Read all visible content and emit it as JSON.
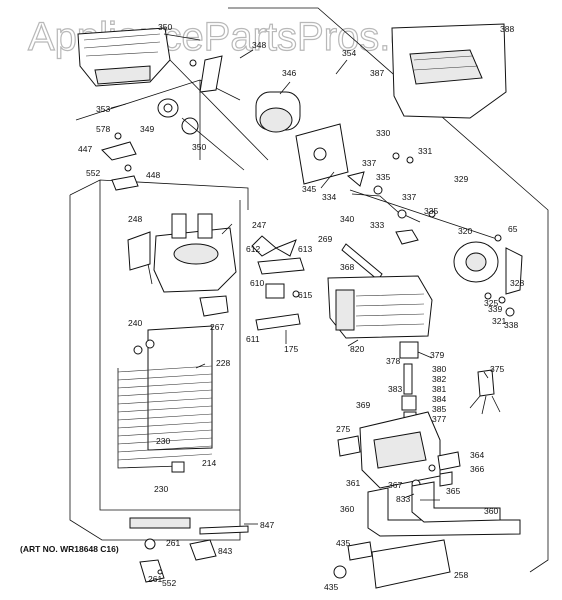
{
  "watermark": "AppliancePartsPros.com",
  "art_number": "(ART NO. WR18648 C16)",
  "part_numbers": [
    "350",
    "348",
    "388",
    "346",
    "354",
    "387",
    "353",
    "349",
    "350",
    "578",
    "447",
    "552",
    "448",
    "330",
    "331",
    "337",
    "335",
    "345",
    "334",
    "340",
    "333",
    "337",
    "335",
    "329",
    "248",
    "247",
    "612",
    "613",
    "269",
    "320",
    "65",
    "610",
    "615",
    "368",
    "325",
    "328",
    "339",
    "321",
    "338",
    "240",
    "267",
    "611",
    "175",
    "820",
    "228",
    "379",
    "380",
    "382",
    "381",
    "383",
    "378",
    "384",
    "385",
    "377",
    "375",
    "369",
    "275",
    "230",
    "214",
    "364",
    "366",
    "361",
    "367",
    "365",
    "230",
    "833",
    "360",
    "360",
    "847",
    "261",
    "843",
    "435",
    "435",
    "261",
    "552",
    "258"
  ]
}
